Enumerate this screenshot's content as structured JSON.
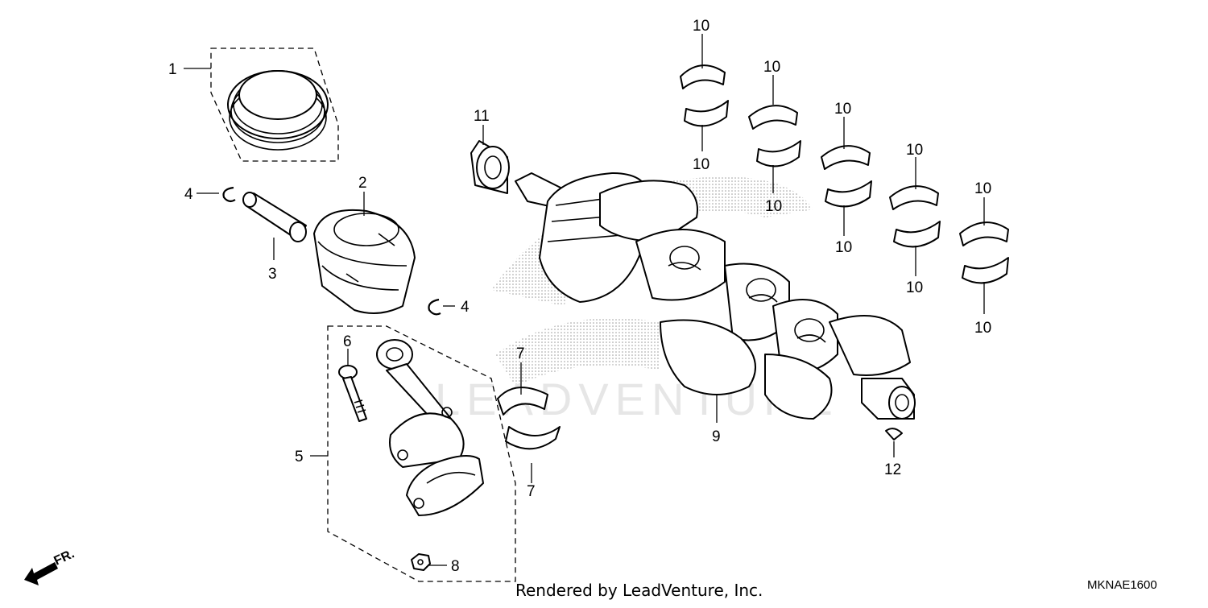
{
  "callouts": [
    {
      "id": "c1",
      "text": "1"
    },
    {
      "id": "c2",
      "text": "2"
    },
    {
      "id": "c3",
      "text": "3"
    },
    {
      "id": "c4a",
      "text": "4"
    },
    {
      "id": "c4b",
      "text": "4"
    },
    {
      "id": "c5",
      "text": "5"
    },
    {
      "id": "c6",
      "text": "6"
    },
    {
      "id": "c7a",
      "text": "7"
    },
    {
      "id": "c7b",
      "text": "7"
    },
    {
      "id": "c8",
      "text": "8"
    },
    {
      "id": "c9",
      "text": "9"
    },
    {
      "id": "c10a",
      "text": "10"
    },
    {
      "id": "c10b",
      "text": "10"
    },
    {
      "id": "c10c",
      "text": "10"
    },
    {
      "id": "c10d",
      "text": "10"
    },
    {
      "id": "c10e",
      "text": "10"
    },
    {
      "id": "c10f",
      "text": "10"
    },
    {
      "id": "c10g",
      "text": "10"
    },
    {
      "id": "c10h",
      "text": "10"
    },
    {
      "id": "c10i",
      "text": "10"
    },
    {
      "id": "c10j",
      "text": "10"
    },
    {
      "id": "c11",
      "text": "11"
    },
    {
      "id": "c12",
      "text": "12"
    }
  ],
  "front_marker": "FR.",
  "watermark": "LEADVENTURE",
  "footer": {
    "credit": "Rendered by LeadVenture, Inc.",
    "diagram_code": "MKNAE1600"
  }
}
